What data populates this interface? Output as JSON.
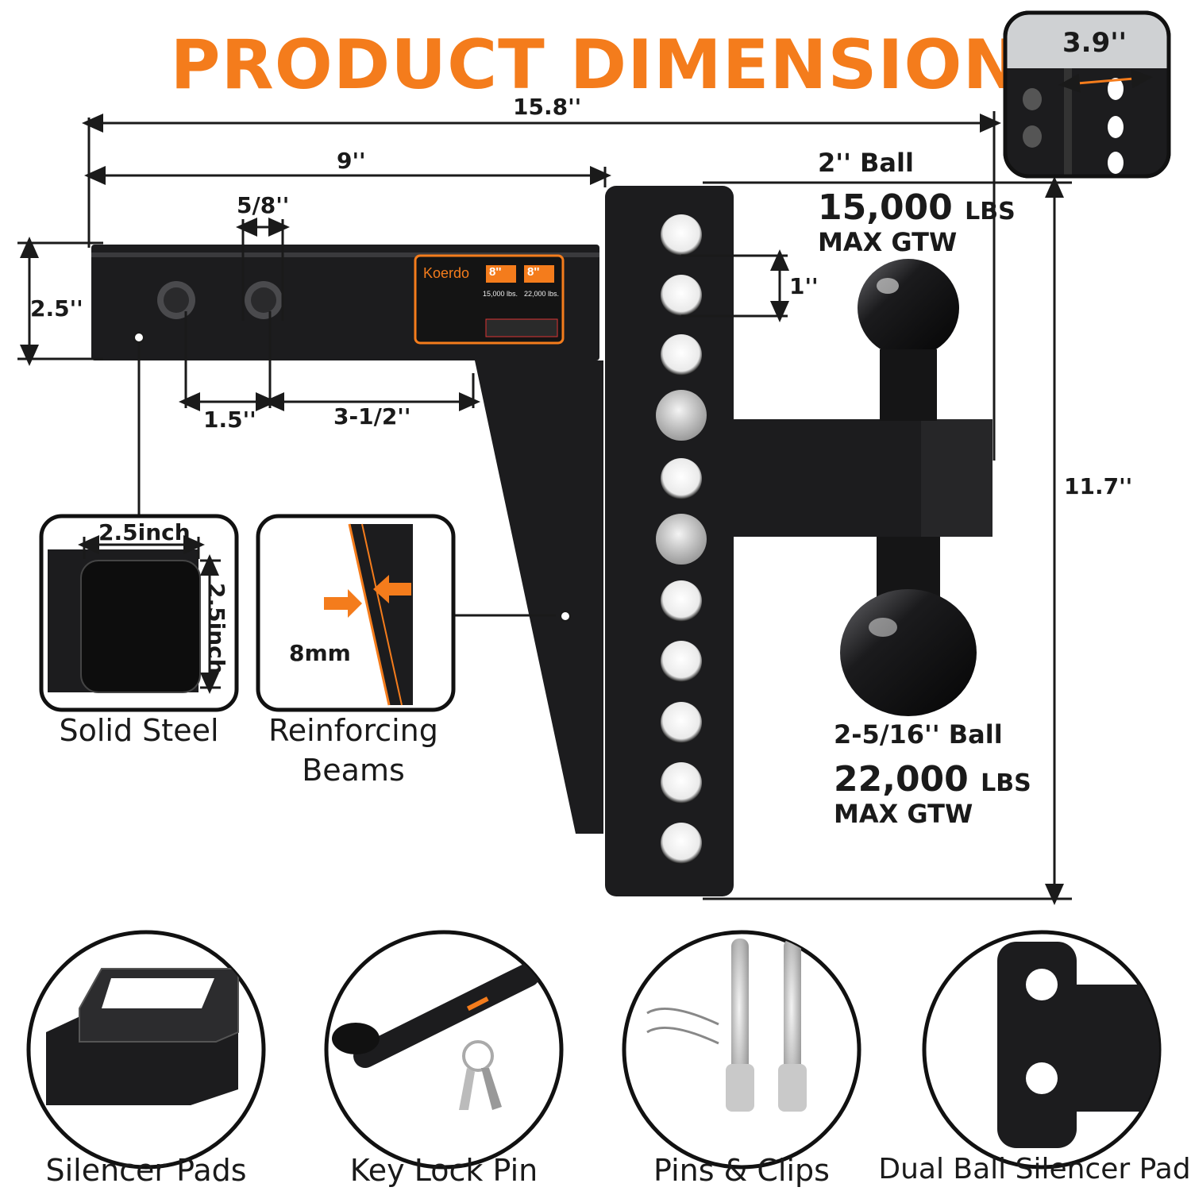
{
  "title": "PRODUCT DIMENSION",
  "dimensions": {
    "overall_length": "15.8''",
    "shank_length": "9''",
    "hole_diameter": "5/8''",
    "shank_height": "2.5''",
    "hole_spacing_a": "1.5''",
    "hole_spacing_b": "3-1/2''",
    "hole_pitch": "1''",
    "overall_height": "11.7''",
    "width_top": "3.9''"
  },
  "balls": {
    "top": {
      "size": "2'' Ball",
      "capacity": "15,000",
      "unit": "LBS",
      "rating": "MAX GTW"
    },
    "bottom": {
      "size": "2-5/16'' Ball",
      "capacity": "22,000",
      "unit": "LBS",
      "rating": "MAX GTW"
    }
  },
  "label_plate": {
    "brand": "Koerdo",
    "rise_a": "8''",
    "rise_b": "8''",
    "cap_a": "15,000 lbs.",
    "cap_b": "22,000 lbs."
  },
  "insets": {
    "solid_steel": {
      "width": "2.5inch",
      "height": "2.5inch",
      "caption": "Solid Steel"
    },
    "reinforcing": {
      "thickness": "8mm",
      "caption_line1": "Reinforcing",
      "caption_line2": "Beams"
    }
  },
  "accessories": [
    {
      "caption": "Silencer Pads"
    },
    {
      "caption": "Key Lock Pin"
    },
    {
      "caption": "Pins & Clips"
    },
    {
      "caption": "Dual Ball Silencer Pad"
    }
  ],
  "colors": {
    "accent": "#f47c1c",
    "steel": "#1c1c1e",
    "line": "#1a1a1a"
  }
}
